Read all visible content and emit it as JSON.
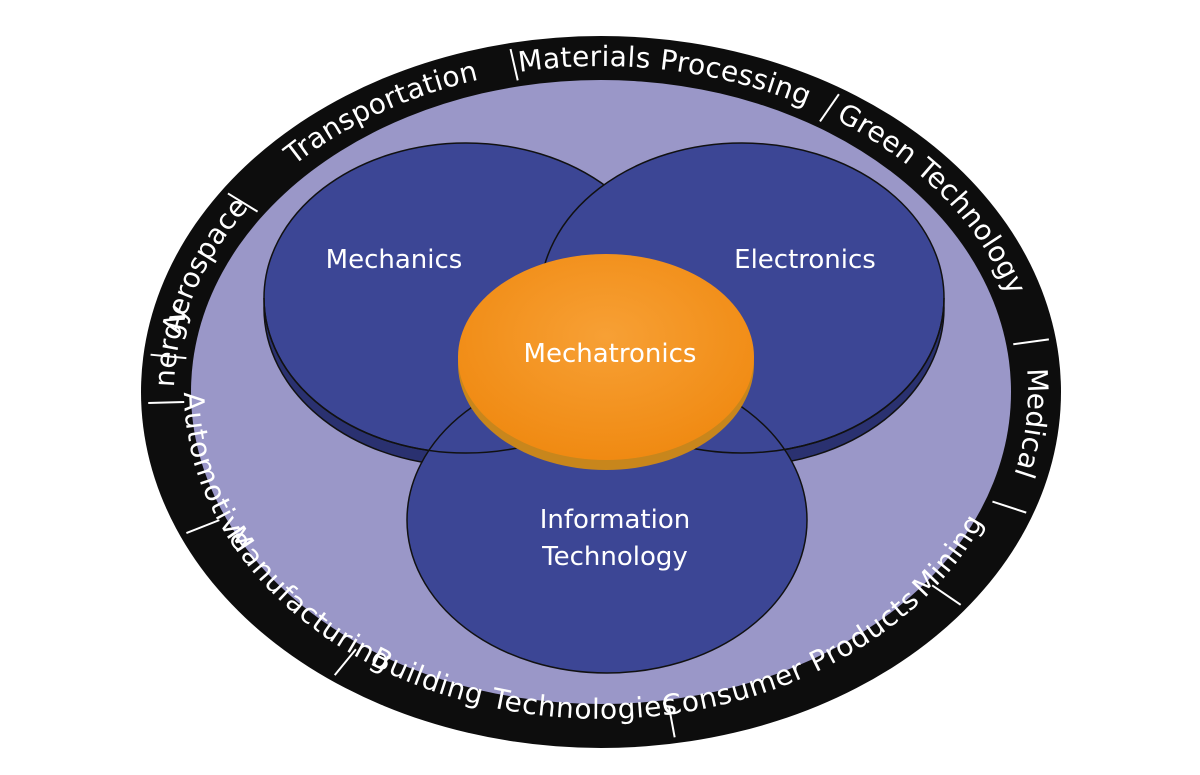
{
  "ring_segments": [
    {
      "label": "Aerospace",
      "start": 0.017,
      "end": 0.094
    },
    {
      "label": "Transportation",
      "start": 0.096,
      "end": 0.215
    },
    {
      "label": "Materials Processing",
      "start": 0.218,
      "end": 0.336
    },
    {
      "label": "Green Technology",
      "start": 0.338,
      "end": 0.472
    },
    {
      "label": "Medical",
      "start": 0.476,
      "end": 0.55
    },
    {
      "label": "Mining",
      "start": 0.556,
      "end": 0.6
    },
    {
      "label": "Consumer Products",
      "start": 0.604,
      "end": 0.72
    },
    {
      "label": "Building Technologies",
      "start": 0.724,
      "end": 0.846
    },
    {
      "label": "Manufacturing",
      "start": 0.85,
      "end": 0.932
    },
    {
      "label": "Automotive",
      "start": 0.934,
      "end": 0.993
    },
    {
      "label": "Energy",
      "start": 0.995,
      "end": 1.036
    }
  ],
  "circles": {
    "mechanics": "Mechanics",
    "electronics": "Electronics",
    "information_technology": [
      "Information",
      "Technology"
    ]
  },
  "center": "Mechatronics",
  "colors": {
    "outer_ring": "#0d0d0d",
    "background_ellipse": "#9a97c8",
    "circle_fill": "#3c4695",
    "circle_shadow": "#2a3170",
    "center_fill": "#f4921e",
    "center_edge": "#c8861c"
  }
}
